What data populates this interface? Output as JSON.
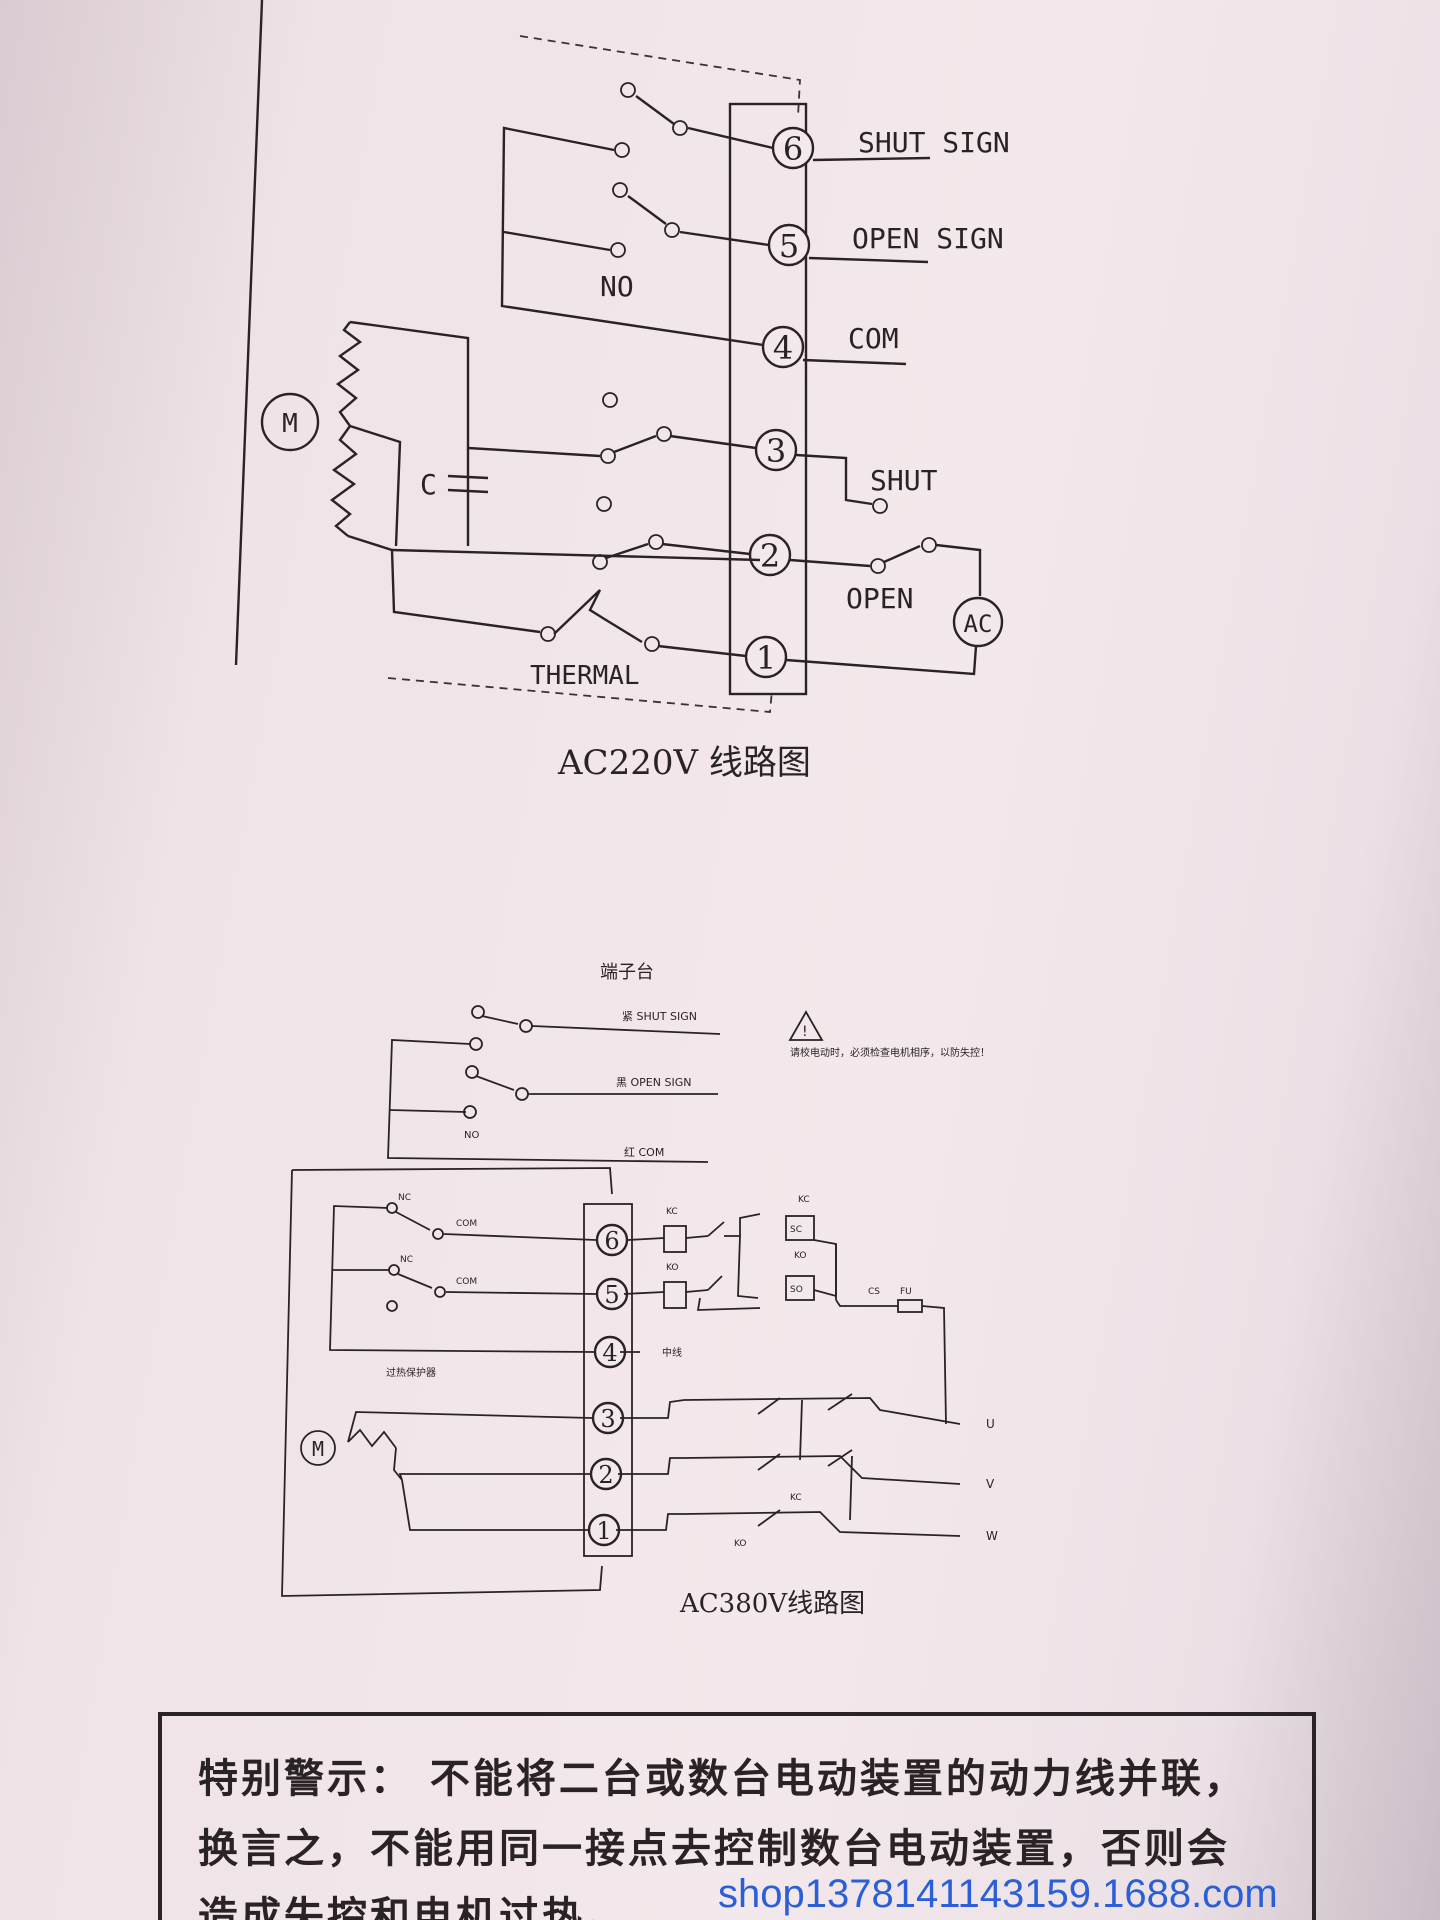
{
  "diagram_top": {
    "caption": "AC220V 线路图",
    "terminals": [
      "1",
      "2",
      "3",
      "4",
      "5",
      "6"
    ],
    "labels": {
      "shut_sign": "SHUT SIGN",
      "open_sign": "OPEN SIGN",
      "com": "COM",
      "shut": "SHUT",
      "open": "OPEN",
      "no": "NO",
      "thermal": "THERMAL",
      "motor": "M",
      "capacitor": "C",
      "ac_source": "AC"
    }
  },
  "diagram_bottom": {
    "caption": "AC380V线路图",
    "header": "端子台",
    "terminals": [
      "1",
      "2",
      "3",
      "4",
      "5",
      "6"
    ],
    "motor": "M",
    "side_labels": {
      "shut_sign": "紧 SHUT SIGN",
      "open_sign": "黑 OPEN SIGN",
      "com": "红 COM",
      "neutral": "中线",
      "overheat": "过热保护器",
      "nc1": "NC",
      "nc2": "NC",
      "com1": "COM",
      "com2": "COM",
      "no": "NO",
      "sc": "SC",
      "so": "SO",
      "kc": "KC",
      "ko": "KO",
      "cs": "CS",
      "fu": "FU",
      "kc_relay": "KC",
      "ko_relay": "KO"
    },
    "phases": [
      "U",
      "V",
      "W"
    ],
    "notice": "请校电动时，必须检查电机相序，以防失控！"
  },
  "warning": {
    "line1": "特别警示：  不能将二台或数台电动装置的动力线并联，",
    "line2": "换言之，不能用同一接点去控制数台电动装置，否则会",
    "line3": "造成失控和电机过热。"
  },
  "watermark": "shop1378141143159.1688.com"
}
